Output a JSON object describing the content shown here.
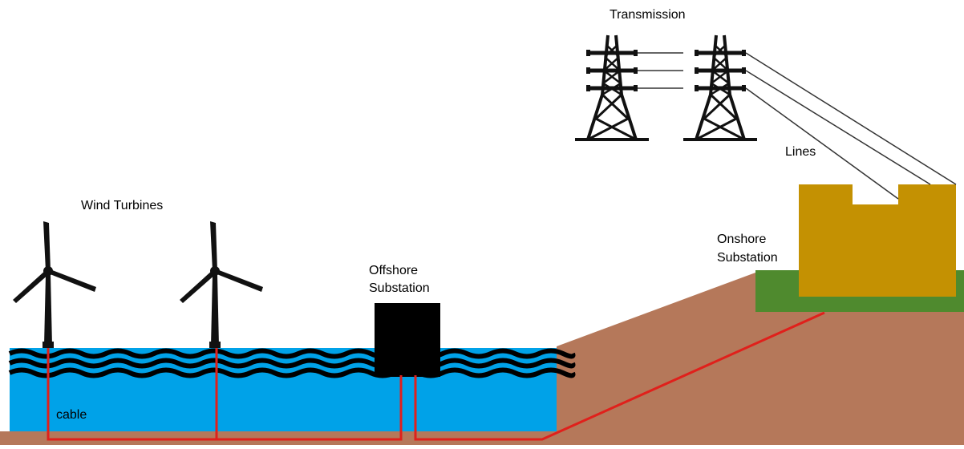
{
  "labels": {
    "transmission": "Transmission",
    "lines": "Lines",
    "wind_turbines": "Wind Turbines",
    "offshore_line1": "Offshore",
    "offshore_line2": "Substation",
    "onshore_line1": "Onshore",
    "onshore_line2": "Substation",
    "cable": "cable"
  },
  "colors": {
    "sea": "#00a2e8",
    "wave": "#000000",
    "seabed": "#b5785a",
    "land": "#b5785a",
    "grass": "#4f8a2e",
    "onshore_substation": "#c49102",
    "offshore_substation": "#000000",
    "cable": "#e0201b",
    "tower": "#111111"
  },
  "icons": [
    "wind-turbine-icon",
    "transmission-tower-icon"
  ]
}
